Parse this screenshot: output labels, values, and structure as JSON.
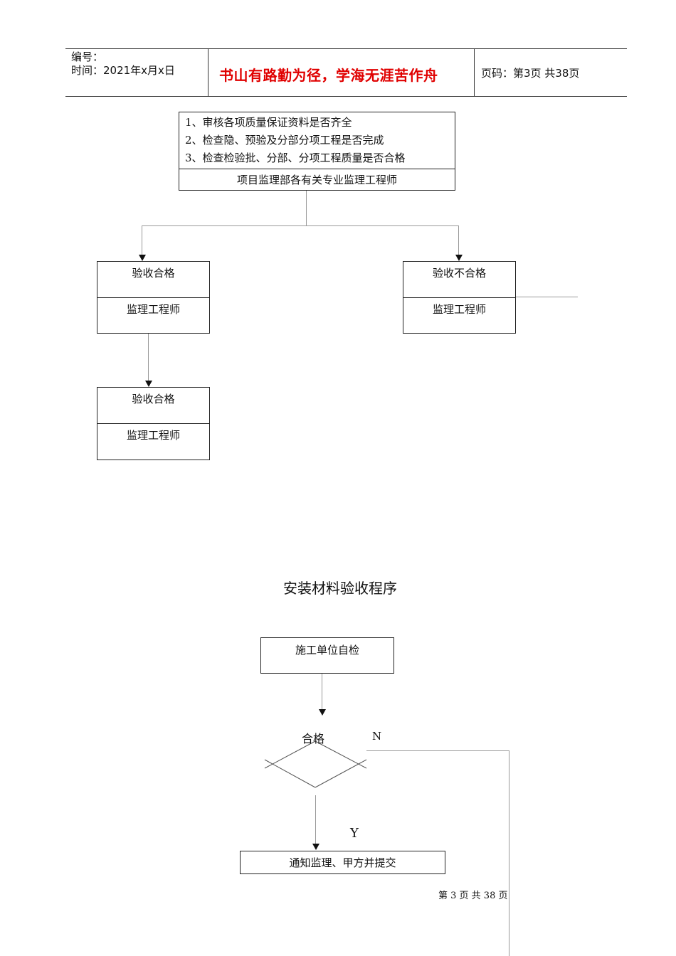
{
  "header": {
    "code_label": "编号：",
    "time_label": "时间：2021年x月x日",
    "motto": "书山有路勤为径，学海无涯苦作舟",
    "page_info": "页码：第3页  共38页"
  },
  "flow1": {
    "checklist": [
      "1、审核各项质量保证资料是否齐全",
      "2、检查隐、预验及分部分项工程是否完成",
      "3、检查检验批、分部、分项工程质量是否合格"
    ],
    "checklist_owner": "项目监理部各有关专业监理工程师",
    "pass_box": {
      "status": "验收合格",
      "role": "监理工程师"
    },
    "fail_box": {
      "status": "验收不合格",
      "role": "监理工程师"
    },
    "final_box": {
      "status": "验收合格",
      "role": "监理工程师"
    }
  },
  "flow2": {
    "title": "安装材料验收程序",
    "start_box": "施工单位自检",
    "decision": "合格",
    "no_label": "N",
    "yes_label": "Y",
    "notify_box": "通知监理、甲方并提交"
  },
  "footer": {
    "page_text": "第 3 页 共 38 页"
  },
  "colors": {
    "motto": "#e00000",
    "line": "#999999",
    "border": "#222222"
  }
}
